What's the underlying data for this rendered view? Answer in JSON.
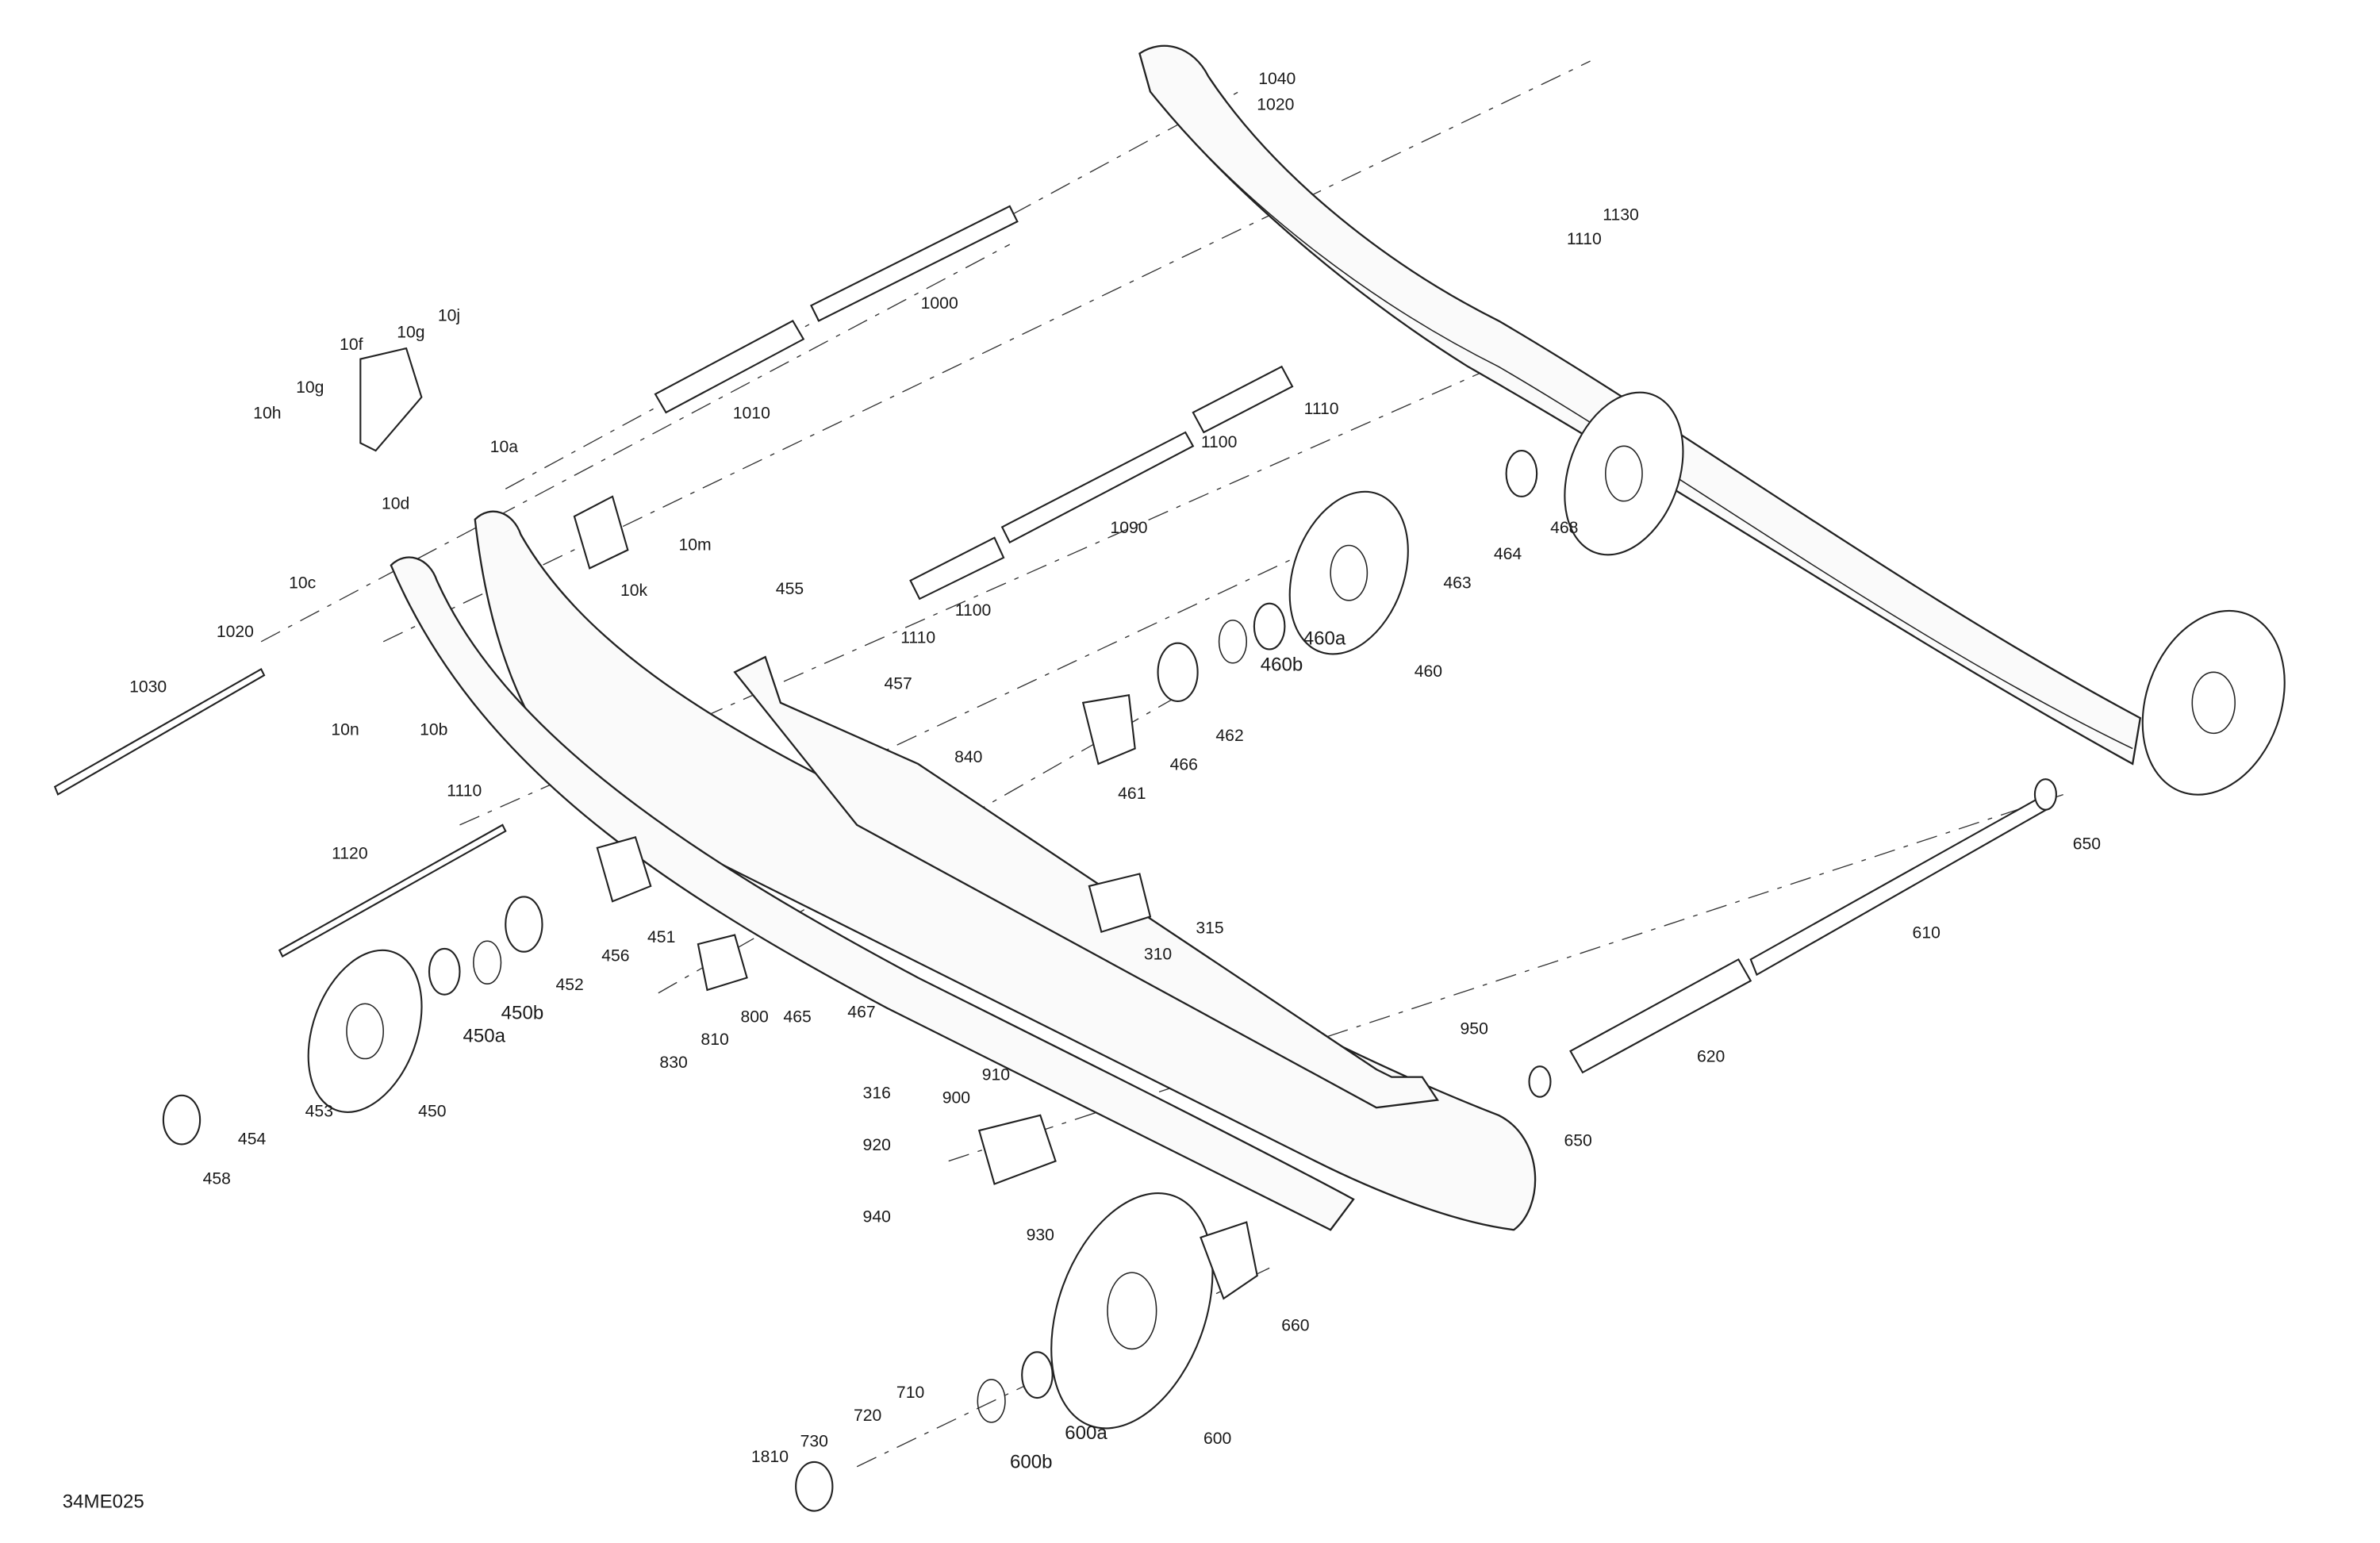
{
  "diagram": {
    "title_code": "34ME025",
    "callouts": [
      "1040",
      "1020",
      "1130",
      "1110",
      "1000",
      "10j",
      "10g",
      "10f",
      "10g",
      "10h",
      "1010",
      "1110",
      "10a",
      "1100",
      "10m",
      "10d",
      "1090",
      "468",
      "464",
      "10k",
      "463",
      "10c",
      "455",
      "1110",
      "1100",
      "1020",
      "460a",
      "460",
      "457",
      "460b",
      "1030",
      "10n",
      "10b",
      "462",
      "840",
      "466",
      "461",
      "1110",
      "650",
      "1120",
      "315",
      "451",
      "456",
      "452",
      "610",
      "310",
      "450b",
      "800",
      "465",
      "467",
      "810",
      "450a",
      "830",
      "950",
      "620",
      "316",
      "910",
      "900",
      "453",
      "450",
      "454",
      "650",
      "920",
      "458",
      "940",
      "930",
      "660",
      "710",
      "600a",
      "600",
      "720",
      "730",
      "1810",
      "600b"
    ]
  }
}
